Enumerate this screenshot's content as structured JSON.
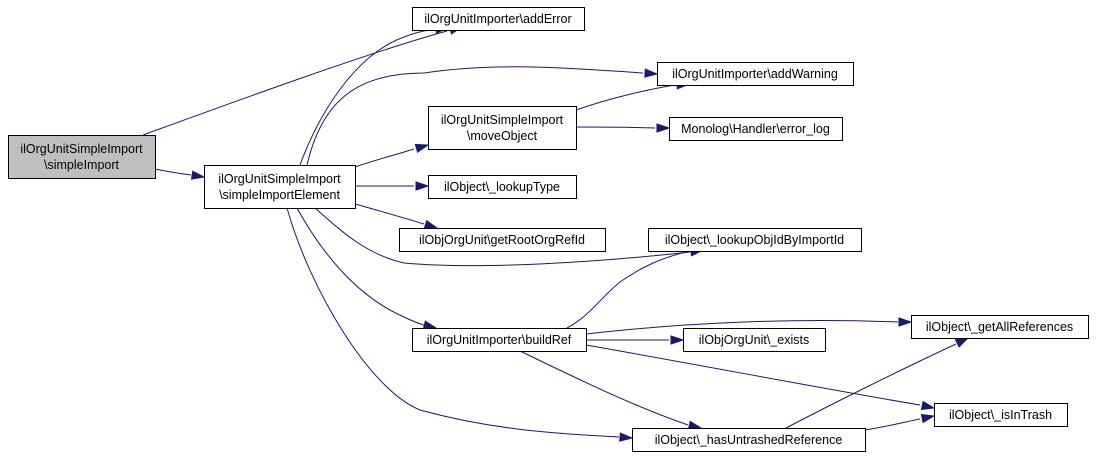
{
  "graph": {
    "edge_color": "#191970",
    "root_fill": "#bfbfbf",
    "nodes": [
      {
        "id": "simpleImport",
        "lines": [
          "ilOrgUnitSimpleImport",
          "\\simpleImport"
        ],
        "root": true
      },
      {
        "id": "simpleImportElement",
        "lines": [
          "ilOrgUnitSimpleImport",
          "\\simpleImportElement"
        ]
      },
      {
        "id": "addError",
        "lines": [
          "ilOrgUnitImporter\\addError"
        ]
      },
      {
        "id": "addWarning",
        "lines": [
          "ilOrgUnitImporter\\addWarning"
        ]
      },
      {
        "id": "moveObject",
        "lines": [
          "ilOrgUnitSimpleImport",
          "\\moveObject"
        ]
      },
      {
        "id": "error_log",
        "lines": [
          "Monolog\\Handler\\error_log"
        ]
      },
      {
        "id": "lookupType",
        "lines": [
          "ilObject\\_lookupType"
        ]
      },
      {
        "id": "getRootOrgRefId",
        "lines": [
          "ilObjOrgUnit\\getRootOrgRefId"
        ]
      },
      {
        "id": "lookupObjIdByImportId",
        "lines": [
          "ilObject\\_lookupObjIdByImportId"
        ]
      },
      {
        "id": "buildRef",
        "lines": [
          "ilOrgUnitImporter\\buildRef"
        ]
      },
      {
        "id": "getAllReferences",
        "lines": [
          "ilObject\\_getAllReferences"
        ]
      },
      {
        "id": "exists",
        "lines": [
          "ilObjOrgUnit\\_exists"
        ]
      },
      {
        "id": "isInTrash",
        "lines": [
          "ilObject\\_isInTrash"
        ]
      },
      {
        "id": "hasUntrashedReference",
        "lines": [
          "ilObject\\_hasUntrashedReference"
        ]
      }
    ],
    "edges": [
      {
        "from": "simpleImport",
        "to": "simpleImportElement"
      },
      {
        "from": "simpleImport",
        "to": "addError"
      },
      {
        "from": "simpleImportElement",
        "to": "addError"
      },
      {
        "from": "simpleImportElement",
        "to": "addWarning"
      },
      {
        "from": "simpleImportElement",
        "to": "moveObject"
      },
      {
        "from": "simpleImportElement",
        "to": "lookupType"
      },
      {
        "from": "simpleImportElement",
        "to": "getRootOrgRefId"
      },
      {
        "from": "simpleImportElement",
        "to": "lookupObjIdByImportId"
      },
      {
        "from": "simpleImportElement",
        "to": "buildRef"
      },
      {
        "from": "simpleImportElement",
        "to": "hasUntrashedReference"
      },
      {
        "from": "moveObject",
        "to": "addWarning"
      },
      {
        "from": "moveObject",
        "to": "error_log"
      },
      {
        "from": "buildRef",
        "to": "lookupObjIdByImportId"
      },
      {
        "from": "buildRef",
        "to": "getAllReferences"
      },
      {
        "from": "buildRef",
        "to": "exists"
      },
      {
        "from": "buildRef",
        "to": "isInTrash"
      },
      {
        "from": "buildRef",
        "to": "hasUntrashedReference"
      },
      {
        "from": "hasUntrashedReference",
        "to": "getAllReferences"
      },
      {
        "from": "hasUntrashedReference",
        "to": "isInTrash"
      }
    ]
  }
}
